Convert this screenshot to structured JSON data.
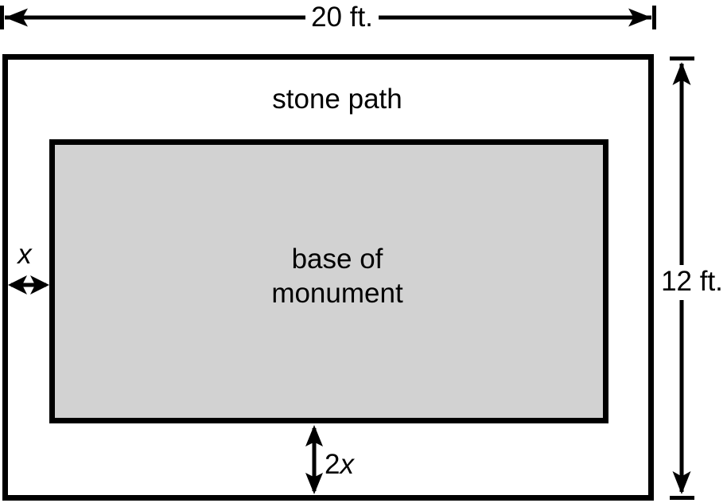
{
  "labels": {
    "top_dimension": "20 ft.",
    "right_dimension": "12 ft.",
    "stone_path": "stone path",
    "monument_line1": "base of",
    "monument_line2": "monument",
    "left_gap": "x",
    "bottom_gap_coefficient": "2",
    "bottom_gap_variable": "x"
  },
  "colors": {
    "line": "#000000",
    "monument_fill": "#d2d2d2",
    "path_fill": "#ffffff",
    "background": "#ffffff"
  }
}
